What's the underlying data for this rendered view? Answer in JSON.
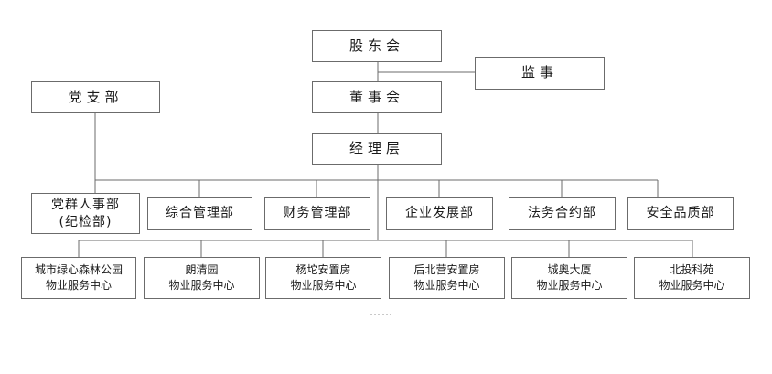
{
  "top": {
    "shareholders": "股东会",
    "supervisor": "监事",
    "board": "董事会",
    "party_branch": "党支部",
    "management": "经理层"
  },
  "departments": [
    {
      "line1": "党群人事部",
      "line2": "(纪检部)"
    },
    {
      "line1": "综合管理部"
    },
    {
      "line1": "财务管理部"
    },
    {
      "line1": "企业发展部"
    },
    {
      "line1": "法务合约部"
    },
    {
      "line1": "安全品质部"
    }
  ],
  "service_centers": [
    {
      "name": "城市绿心森林公园",
      "suffix": "物业服务中心"
    },
    {
      "name": "朗清园",
      "suffix": "物业服务中心"
    },
    {
      "name": "杨坨安置房",
      "suffix": "物业服务中心"
    },
    {
      "name": "后北营安置房",
      "suffix": "物业服务中心"
    },
    {
      "name": "城奥大厦",
      "suffix": "物业服务中心"
    },
    {
      "name": "北投科苑",
      "suffix": "物业服务中心"
    }
  ],
  "more_indicator": "……"
}
